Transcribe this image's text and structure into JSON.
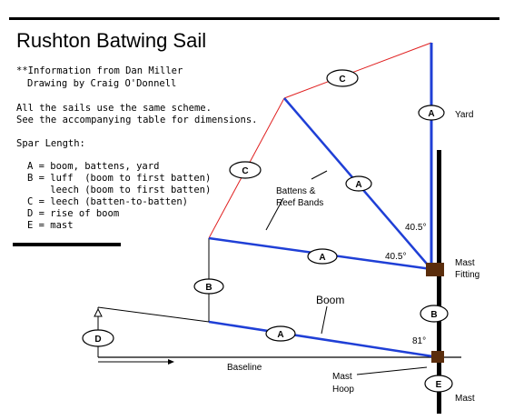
{
  "title": "Rushton Batwing Sail",
  "info": {
    "source": "**Information from Dan Miller",
    "drawing": "Drawing by Craig O'Donnell",
    "scheme_1": "All the sails use the same scheme.",
    "scheme_2": "See the accompanying table for dimensions."
  },
  "legend": {
    "heading": "Spar Length:",
    "lines": [
      "A = boom, battens, yard",
      "B = luff  (boom to first batten)",
      "    leech (boom to first batten)",
      "C = leech (batten-to-batten)",
      "D = rise of boom",
      "E = mast"
    ]
  },
  "labels": {
    "yard": "Yard",
    "battens_1": "Battens &",
    "battens_2": "Reef Bands",
    "boom": "Boom",
    "baseline": "Baseline",
    "mast_fitting_1": "Mast",
    "mast_fitting_2": "Fitting",
    "mast_hoop_1": "Mast",
    "mast_hoop_2": "Hoop",
    "mast": "Mast",
    "angle_upper": "40.5°",
    "angle_lower": "40.5°",
    "angle_boom": "81°"
  },
  "markers": {
    "a_yard": "A",
    "a_diag": "A",
    "a_batten": "A",
    "a_boom": "A",
    "b_luff": "B",
    "b_mast": "B",
    "c_upper": "C",
    "c_lower": "C",
    "d": "D",
    "e": "E"
  },
  "colors": {
    "spar": "#1f3fd6",
    "leech": "#e02020",
    "fitting": "#5a2d0c",
    "line": "#000000"
  }
}
